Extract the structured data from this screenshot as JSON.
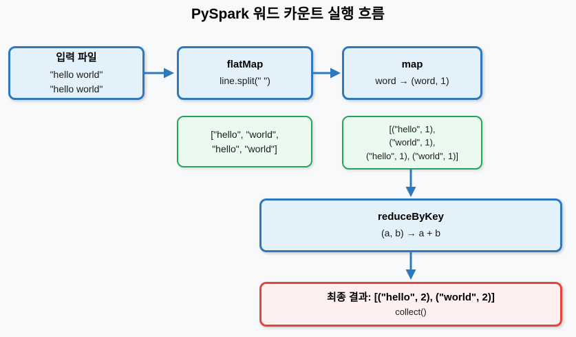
{
  "title": "PySpark 워드 카운트 실행 흐름",
  "colors": {
    "background": "#f8f9fa",
    "process_border": "#2e78be",
    "process_fill": "#e3f1fb",
    "data_border": "#27a35d",
    "data_fill": "#ebfaf1",
    "result_border": "#e5443a",
    "result_fill": "#fdf0ee",
    "arrow": "#2e78be",
    "text": "#111111"
  },
  "nodes": {
    "input": {
      "title": "입력 파일",
      "lines": [
        "\"hello world\"",
        "\"hello world\""
      ]
    },
    "flatmap": {
      "title": "flatMap",
      "lines": [
        "line.split(\" \")"
      ]
    },
    "map": {
      "title": "map",
      "lines": [
        "word → (word, 1)"
      ]
    },
    "flatmap_output": {
      "lines": [
        "[\"hello\", \"world\",",
        "\"hello\", \"world\"]"
      ]
    },
    "map_output": {
      "lines": [
        "[(\"hello\", 1),",
        "(\"world\", 1),",
        "(\"hello\", 1), (\"world\", 1)]"
      ]
    },
    "reduce": {
      "title": "reduceByKey",
      "lines": [
        "(a, b) → a + b"
      ]
    },
    "result": {
      "title": "최종 결과: [(\"hello\", 2), (\"world\", 2)]",
      "lines": [
        "collect()"
      ]
    }
  },
  "edges": [
    {
      "from": "입력 파일",
      "to": "flatMap"
    },
    {
      "from": "flatMap",
      "to": "map"
    },
    {
      "from": "map 출력",
      "to": "reduceByKey"
    },
    {
      "from": "reduceByKey",
      "to": "최종 결과"
    }
  ]
}
